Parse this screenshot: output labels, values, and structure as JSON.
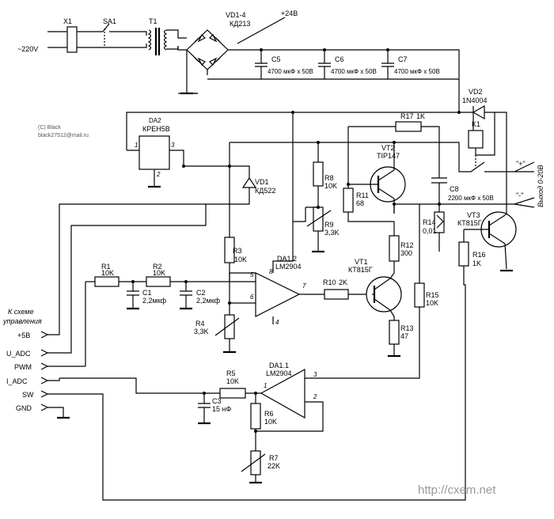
{
  "credit": {
    "line1": "(C) Black",
    "line2": "black27512@mail.ru"
  },
  "watermark": "http://cxem.net",
  "supply": {
    "mains": "~220V",
    "x1": "X1",
    "sa1": "SA1",
    "t1": "T1",
    "bridge_ref": "VD1-4",
    "bridge_part": "КД213",
    "vplus": "+24В",
    "c5_ref": "C5",
    "c5_val": "4700 мкФ х 50В",
    "c6_ref": "C6",
    "c6_val": "4700 мкФ х 50В",
    "c7_ref": "C7",
    "c7_val": "4700 мкФ х 50В"
  },
  "regulator": {
    "ref": "DA2",
    "part": "КРЕН5В",
    "pin1": "1",
    "pin2": "2",
    "pin3": "3"
  },
  "diodes": {
    "vd1_ref": "VD1",
    "vd1_part": "КД522",
    "vd2_ref": "VD2",
    "vd2_part": "1N4004"
  },
  "relay": {
    "ref": "K1"
  },
  "resistors": {
    "r1": "R1",
    "r1v": "10K",
    "r2": "R2",
    "r2v": "10K",
    "r3": "R3",
    "r3v": "10K",
    "r4": "R4",
    "r4v": "3,3K",
    "r5": "R5",
    "r5v": "10K",
    "r6": "R6",
    "r6v": "10K",
    "r7": "R7",
    "r7v": "22K",
    "r8": "R8",
    "r8v": "10K",
    "r9": "R9",
    "r9v": "3,3K",
    "r10": "R10",
    "r10v": "2K",
    "r11": "R11",
    "r11v": "68",
    "r12": "R12",
    "r12v": "300",
    "r13": "R13",
    "r13v": "47",
    "r14": "R14",
    "r14v": "0,01",
    "r15": "R15",
    "r15v": "10K",
    "r16": "R16",
    "r16v": "1K",
    "r17": "R17",
    "r17v": "1K"
  },
  "caps": {
    "c1": "C1",
    "c1v": "2,2мкф",
    "c2": "C2",
    "c2v": "2,2мкф",
    "c3": "C3",
    "c3v": "15 нФ",
    "c8": "C8",
    "c8v": "2200 мкФ х 50В"
  },
  "transistors": {
    "vt1": "VT1",
    "vt1p": "КТ815Г",
    "vt2": "VT2",
    "vt2p": "TIP147",
    "vt3": "VT3",
    "vt3p": "КТ815Г"
  },
  "opamps": {
    "da12": "DA1.2",
    "da12p": "LM2904",
    "da11": "DA1.1",
    "da11p": "LM2904",
    "p5": "5",
    "p6": "6",
    "p7": "7",
    "p8": "8",
    "p4": "4",
    "p1": "1",
    "p2": "2",
    "p3": "3"
  },
  "output": {
    "plus": "\"+\"",
    "minus": "\"-\"",
    "label": "Выход 0-20В"
  },
  "interface": {
    "header1": "К схеме",
    "header2": "управления",
    "pins": [
      "+5В",
      "U_ADC",
      "PWM",
      "I_ADC",
      "SW",
      "GND"
    ]
  }
}
